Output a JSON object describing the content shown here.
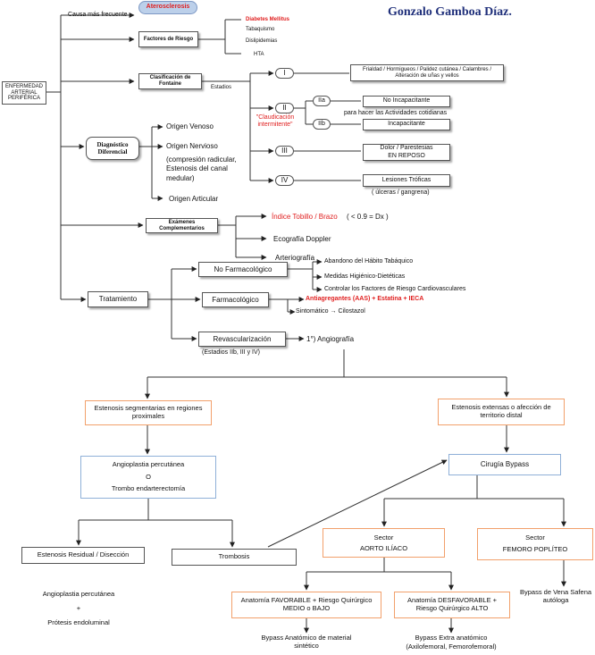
{
  "author": "Gonzalo Gamboa Díaz.",
  "root": "ENFERMEDAD ARTERIAL PERIFÉRICA",
  "causa": {
    "label": "Causa más frecuente",
    "value": "Aterosclerosis"
  },
  "factores": {
    "title": "Factores de Riesgo",
    "items": [
      "Diabetes Mellitus",
      "Tabaquismo",
      "Dislipidemias",
      "HTA"
    ]
  },
  "fontaine": {
    "title": "Clasificación de Fontaine",
    "estadios_label": "Estadios",
    "stage_I": "I",
    "stage_I_desc": "Frialdad / Hormigueos / Palidez cutánea / Calambres / Alteración de uñas y vellos",
    "stage_II": "II",
    "claudicacion": "\"Claudicación intermitente\"",
    "stage_IIa": "IIa",
    "stage_IIa_desc": "No Incapacitante",
    "actividades": "para hacer las Actividades cotidianas",
    "stage_IIb": "IIb",
    "stage_IIb_desc": "Incapacitante",
    "stage_III": "III",
    "stage_III_desc1": "Dolor / Parestesias",
    "stage_III_desc2": "EN REPOSO",
    "stage_IV": "IV",
    "stage_IV_desc": "Lesiones Tróficas",
    "stage_IV_sub": "( úlceras / gangrena)"
  },
  "diagnostico": {
    "title": "Diagnóstico Diferencial",
    "venoso": "Origen Venoso",
    "nervioso": "Origen Nervioso",
    "nervioso_detail": "(compresión radicular, Estenosis del canal medular)",
    "articular": "Origen Articular"
  },
  "examenes": {
    "title": "Exámenes Complementarios",
    "itb": "Índice Tobillo / Brazo",
    "itb_value": "( < 0.9 = Dx )",
    "eco": "Ecografía Doppler",
    "arterio": "Arteriografía"
  },
  "tratamiento": {
    "title": "Tratamiento",
    "no_farm": "No Farmacológico",
    "nf_items": [
      "Abandono del Hábito Tabáquico",
      "Medidas Higiénico-Dietéticas",
      "Controlar los Factores de Riesgo Cardiovasculares"
    ],
    "farm": "Farmacológico",
    "farm_main": "Antiagregantes (AAS) + Estatina + IECA",
    "farm_sint": "Sintomático → Cilostazol",
    "revasc": "Revascularización",
    "revasc_note": "(Estadios IIb, III y IV)",
    "angio": "1°) Angiografía"
  },
  "flow": {
    "segmentarias": "Estenosis segmentarias en regiones proximales",
    "extensas": "Estenosis extensas o afección de territorio distal",
    "angioplastia1": "Angioplastia percutánea",
    "o": "O",
    "angioplastia2": "Trombo endarterectomía",
    "bypass": "Cirugía Bypass",
    "residual": "Estenosis Residual / Disección",
    "trombosis": "Trombosis",
    "sector_aorto_1": "Sector",
    "sector_aorto_2": "AORTO ILÍACO",
    "sector_femoro_1": "Sector",
    "sector_femoro_2": "FEMORO POPLÍTEO",
    "res_angio": "Angioplastia percutánea",
    "res_plus": "+",
    "res_protesis": "Prótesis endoluminal",
    "favorable": "Anatomía FAVORABLE + Riesgo Quirúrgico MEDIO o BAJO",
    "desfavorable": "Anatomía DESFAVORABLE + Riesgo Quirúrgico ALTO",
    "vena_safena": "Bypass de Vena Safena autóloga",
    "bypass_anat": "Bypass Anatómico de material sintético",
    "bypass_extra_1": "Bypass Extra anatómico",
    "bypass_extra_2": "(Axilofemoral, Femorofemoral)"
  }
}
